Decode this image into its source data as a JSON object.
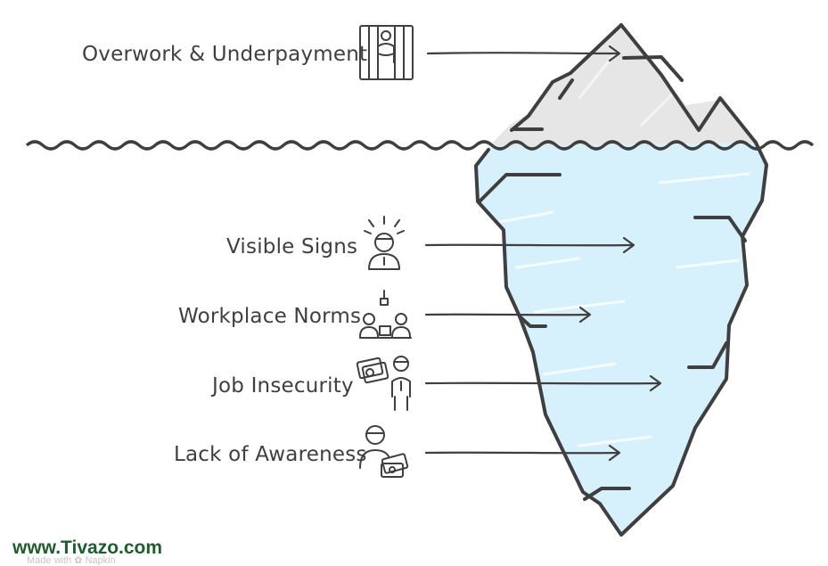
{
  "labels": {
    "top": "Overwork & Underpayment",
    "visible_signs": "Visible Signs",
    "workplace_norms": "Workplace Norms",
    "job_insecurity": "Job Insecurity",
    "lack_of_awareness": "Lack of Awareness"
  },
  "icons": {
    "top": "jail-bars-person-icon",
    "visible_signs": "stressed-person-icon",
    "workplace_norms": "coworkers-at-laptops-icon",
    "job_insecurity": "person-with-money-icon",
    "lack_of_awareness": "person-with-cash-icon"
  },
  "footer": {
    "watermark": "www.Tivazo.com",
    "made_with": "Made with ✿ Napkin"
  },
  "colors": {
    "ink": "#3f3f3f",
    "ice_above": "#e6e6e6",
    "ice_below": "#d6f1fb",
    "watermark": "#1f5d2e"
  }
}
